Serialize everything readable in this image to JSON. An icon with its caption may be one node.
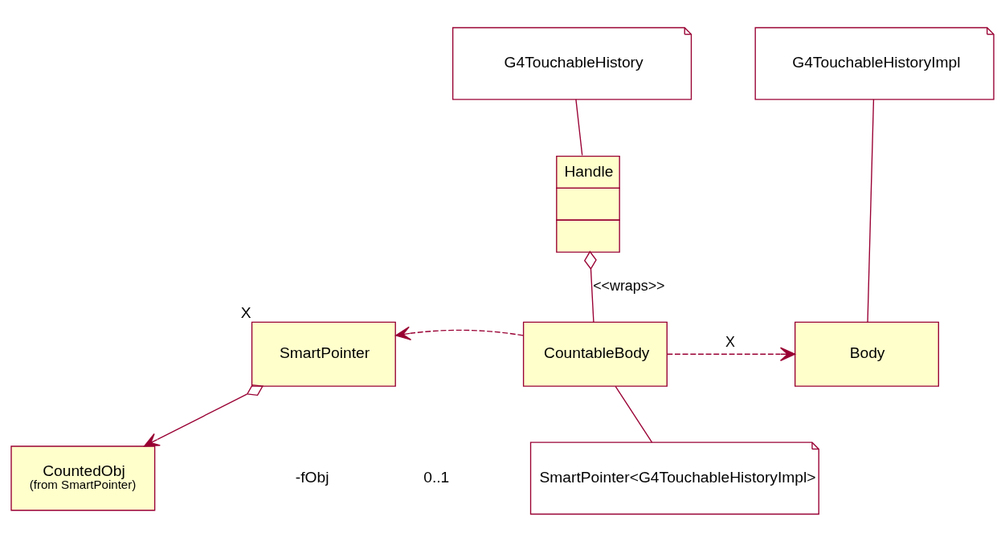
{
  "diagram": {
    "nodes": [
      {
        "text": [
          "G4TouchableHistory"
        ]
      },
      {
        "text": [
          "Handle"
        ]
      },
      {
        "text": [
          "G4TouchableHistoryImpl"
        ]
      },
      {
        "text": [
          "SmartPointer"
        ],
        "beside": [
          "X"
        ]
      },
      {
        "text": [
          "CountableBody"
        ]
      },
      {
        "text": [
          "Body"
        ]
      },
      {
        "text": [
          "CountedObj",
          "(from SmartPointer)"
        ]
      },
      {
        "text": [
          "SmartPointer<G4TouchableHistoryImpl>"
        ]
      }
    ],
    "edges": [
      {
        "from": 0,
        "to": 1,
        "arrow": "none"
      },
      {
        "from": 1,
        "to": 4,
        "arrow": "other",
        "label": "<<wraps>>"
      },
      {
        "from": 2,
        "to": 5,
        "arrow": "none"
      },
      {
        "from": 4,
        "to": 3,
        "arrow": "to",
        "style": "dashed"
      },
      {
        "from": 4,
        "to": 5,
        "arrow": "to",
        "style": "dashed",
        "label": "X"
      },
      {
        "from": 3,
        "to": 6,
        "arrow": "to"
      },
      {
        "from": 4,
        "to": 7,
        "arrow": "none"
      }
    ],
    "labels": [
      "-fObj",
      "0..1"
    ]
  }
}
